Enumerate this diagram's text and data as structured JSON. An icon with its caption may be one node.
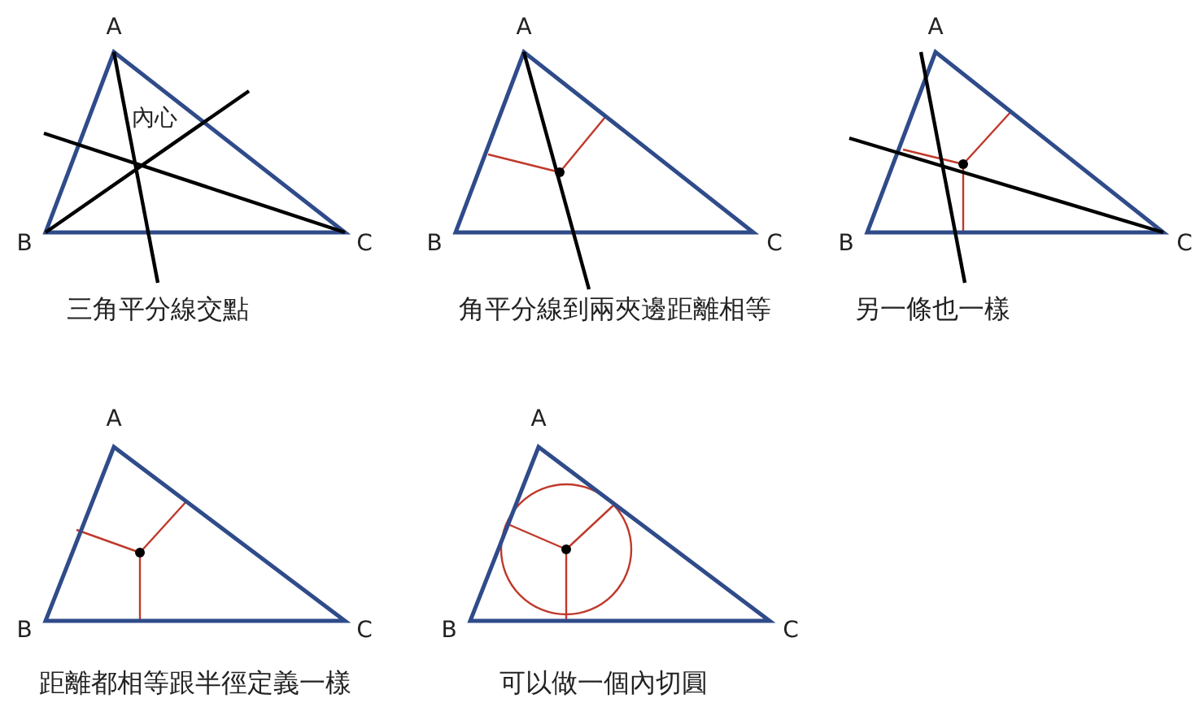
{
  "diagram": {
    "labels": [
      "A",
      "內心",
      "B",
      "C",
      "三角平分線交點",
      "A",
      "B",
      "C",
      "角平分線到兩夾邊距離相等",
      "A",
      "B",
      "C",
      "另一條也一樣",
      "A",
      "B",
      "C",
      "距離都相等跟半徑定義一樣",
      "A",
      "B",
      "C",
      "可以做一個內切圓"
    ]
  }
}
